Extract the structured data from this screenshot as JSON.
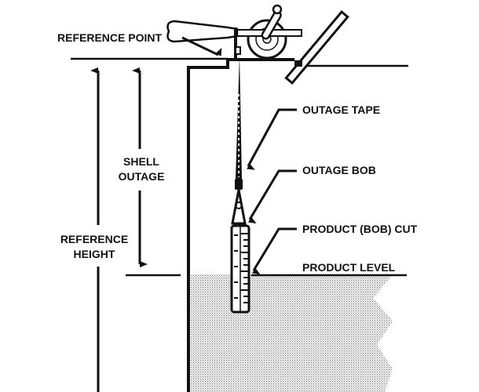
{
  "diagram": {
    "title": "Tank outage measurement",
    "labels": {
      "reference_point": "REFERENCE POINT",
      "outage_tape": "OUTAGE TAPE",
      "outage_bob": "OUTAGE BOB",
      "product_bob_cut": "PRODUCT (BOB) CUT",
      "product_level": "PRODUCT LEVEL",
      "shell_outage_line1": "SHELL",
      "shell_outage_line2": "OUTAGE",
      "reference_height_line1": "REFERENCE",
      "reference_height_line2": "HEIGHT"
    },
    "colors": {
      "ink": "#111111",
      "product_fill": "#d8d8d8",
      "background": "#ffffff"
    }
  }
}
